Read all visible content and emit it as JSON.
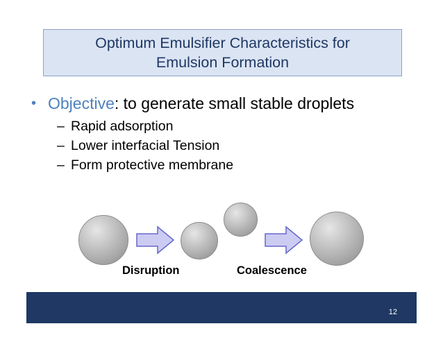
{
  "slide": {
    "title": {
      "line1": "Optimum Emulsifier Characteristics for",
      "line2": "Emulsion Formation"
    },
    "bullets": [
      {
        "marker": "•",
        "label": "Objective",
        "label_color": "#4f81bd",
        "rest": ": to generate small stable droplets"
      }
    ],
    "sub_bullets": [
      {
        "marker": "–",
        "text": "Rapid adsorption"
      },
      {
        "marker": "–",
        "text": "Lower interfacial Tension"
      },
      {
        "marker": "–",
        "text": "Form protective membrane"
      }
    ],
    "diagram": {
      "captions": [
        {
          "text": "Disruption"
        },
        {
          "text": "Coalescence"
        }
      ],
      "droplet_color": "#b3b3b3",
      "arrow_fill": "#ccccf2",
      "arrow_stroke": "#6666cc"
    },
    "footer": {
      "bar_color": "#1f3864",
      "page_number": "12"
    },
    "title_box": {
      "fill": "#dbe4f3",
      "border": "#8ea2c4",
      "text_color": "#1f3864"
    }
  }
}
